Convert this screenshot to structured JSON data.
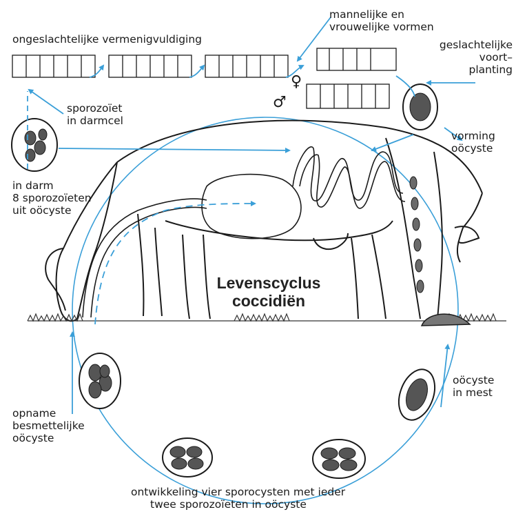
{
  "title": {
    "line1": "Levenscyclus",
    "line2": "coccidiën"
  },
  "labels": {
    "asexual": "ongeslachtelijke vermenigvuldiging",
    "male_female_1": "mannelijke en",
    "male_female_2": "vrouwelijke vormen",
    "sexual_1": "geslachtelijke",
    "sexual_2": "voort–",
    "sexual_3": "planting",
    "sporozoite_1": "sporozoïet",
    "sporozoite_2": "in darmcel",
    "oocyst_form_1": "vorming",
    "oocyst_form_2": "oöcyste",
    "gut_1": "in darm",
    "gut_2": "8 sporozoïeten",
    "gut_3": "uit oöcyste",
    "manure_1": "oöcyste",
    "manure_2": "in mest",
    "intake_1": "opname",
    "intake_2": "besmettelijke",
    "intake_3": "oöcyste",
    "development_1": "ontwikkeling vier sporocysten met ieder",
    "development_2": "twee sporozoïeten in oöcyste"
  },
  "symbols": {
    "female": "♀",
    "male": "♂"
  },
  "colors": {
    "arrow": "#3a9fd8",
    "ink": "#1a1a1a",
    "background": "#ffffff"
  },
  "icons": [
    "cow-illustration",
    "intestine-icon",
    "oocyst-icon",
    "sporocyst-icon",
    "gut-cell-strip-icon",
    "manure-pile-icon",
    "grass-icon"
  ]
}
